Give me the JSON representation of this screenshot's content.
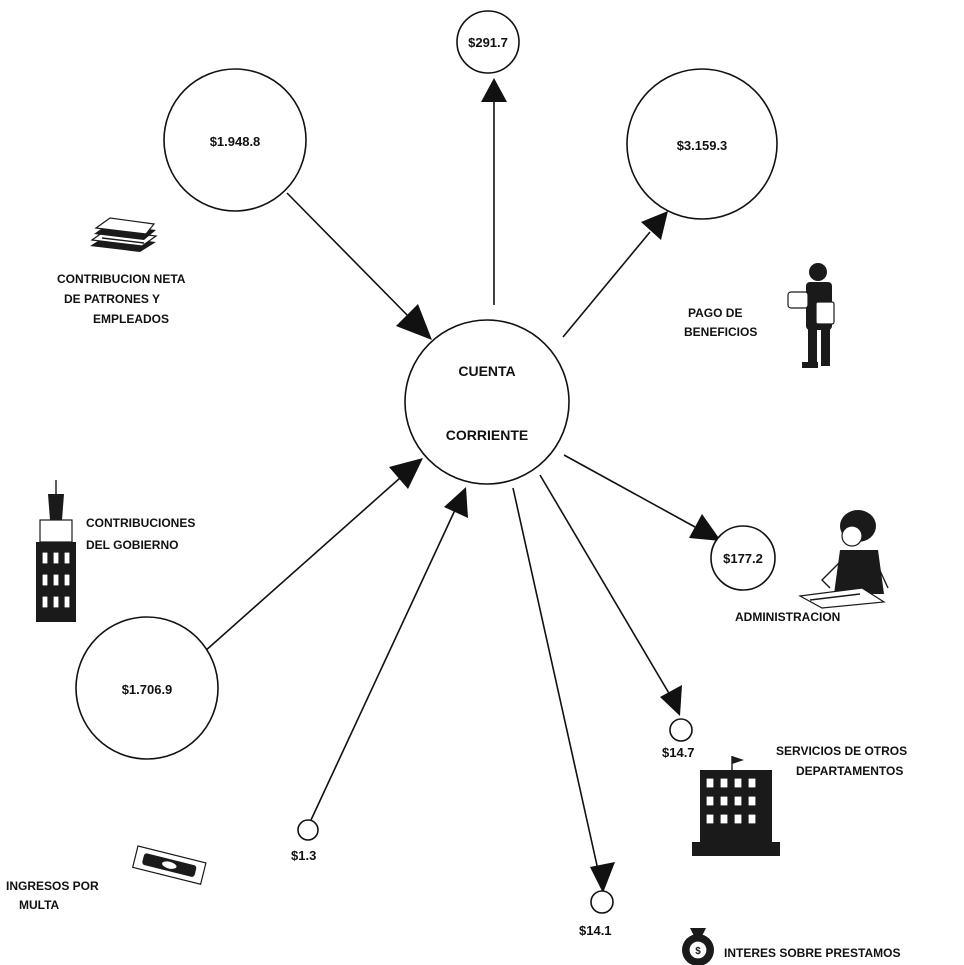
{
  "center": {
    "line1": "CUENTA",
    "line2": "CORRIENTE"
  },
  "nodes": {
    "contribucion_neta": {
      "amount": "$1.948.8",
      "label": [
        "CONTRIBUCION NETA",
        "DE PATRONES Y",
        "EMPLEADOS"
      ],
      "icon": "stacked-papers-icon"
    },
    "top_small": {
      "amount": "$291.7"
    },
    "pago_beneficios": {
      "amount": "$3.159.3",
      "label": [
        "PAGO DE",
        "BENEFICIOS"
      ],
      "icon": "person-with-bag-icon"
    },
    "contribuciones_gobierno": {
      "amount": "$1.706.9",
      "label": [
        "CONTRIBUCIONES",
        "DEL GOBIERNO"
      ],
      "icon": "capitol-tower-icon"
    },
    "administracion": {
      "amount": "$177.2",
      "label": [
        "ADMINISTRACION"
      ],
      "icon": "person-at-desk-icon"
    },
    "servicios": {
      "amount": "$14.7",
      "label": [
        "SERVICIOS DE OTROS",
        "DEPARTAMENTOS"
      ],
      "icon": "building-icon"
    },
    "ingresos_multa": {
      "amount": "$1.3",
      "label": [
        "INGRESOS POR",
        "MULTA"
      ],
      "icon": "banknote-icon"
    },
    "interes": {
      "amount": "$14.1",
      "label": [
        "INTERES SOBRE PRESTAMOS"
      ],
      "icon": "money-bag-icon"
    }
  }
}
